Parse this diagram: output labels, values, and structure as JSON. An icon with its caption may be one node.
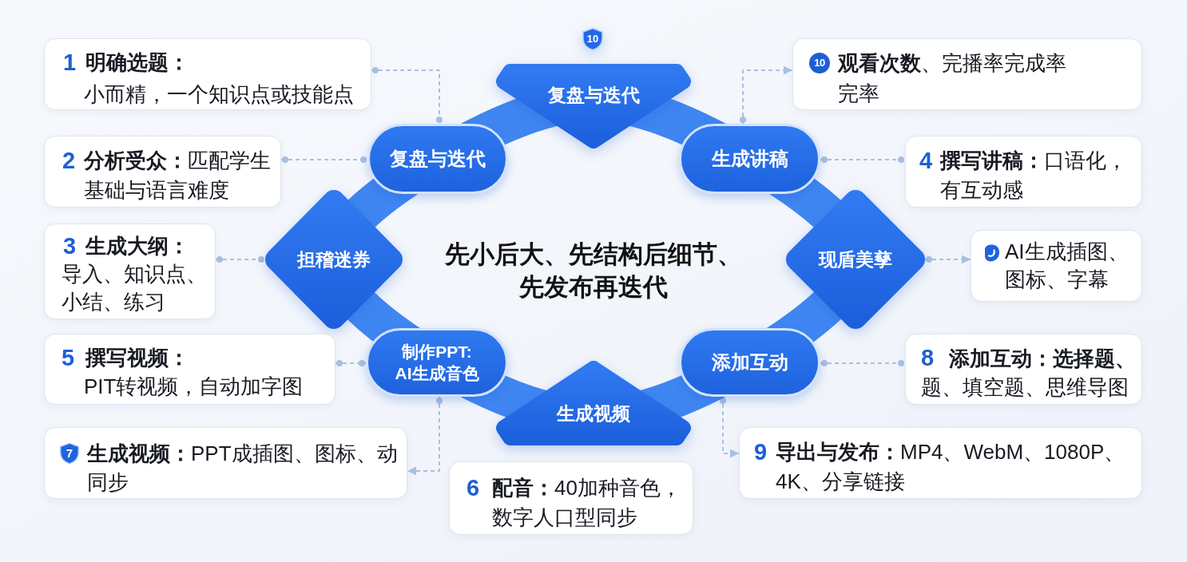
{
  "diagram": {
    "nodes": [
      {
        "text": [
          "10"
        ]
      },
      {
        "text": [
          "1",
          "明确选题：",
          "小而精，一个知识点或技能点"
        ]
      },
      {
        "text": [
          "复盘与迭代"
        ]
      },
      {
        "text": [
          "10",
          "**观看次数**、完播率完成率完率"
        ]
      },
      {
        "text": [
          "复盘与迭代"
        ]
      },
      {
        "text": [
          "生成讲稿"
        ]
      },
      {
        "text": [
          "2",
          "**分析受众：**匹配学生基础与语言难度"
        ]
      },
      {
        "text": [
          "4",
          "**撰写讲稿：**口语化，有互动感"
        ]
      },
      {
        "text": [
          "3",
          "生成大纲：",
          "导入、知识点、小结、练习"
        ]
      },
      {
        "text": [
          "担稽迷券"
        ]
      },
      {
        "text": [
          "现盾美孳"
        ]
      },
      {
        "text": [
          "AI生成插图、图标、字幕"
        ]
      },
      {
        "text": [
          "5",
          "撰写视频：",
          "PIT转视频，自动加字图"
        ]
      },
      {
        "text": [
          "制作PPT: AI生成音色"
        ]
      },
      {
        "text": [
          "添加互动"
        ]
      },
      {
        "text": [
          "8 **添加互动：选择题、**题、填空题、思维导图"
        ]
      },
      {
        "text": [
          "生成视频"
        ]
      },
      {
        "text": [
          "7",
          "**生成视频：**PPT成插图、图标、动同步"
        ]
      },
      {
        "text": [
          "9",
          "**导出与发布：**MP4、WebM、1080P、4K、分享链接"
        ]
      },
      {
        "text": [
          "6",
          "**配音：**40加种音色，数字人口型同步"
        ]
      }
    ],
    "edges": [
      {
        "from": 2,
        "to": 5,
        "arrow": "none",
        "style": "thick",
        "color": "#3f86f2"
      },
      {
        "from": 5,
        "to": 10,
        "arrow": "none",
        "style": "thick",
        "color": "#3f86f2"
      },
      {
        "from": 10,
        "to": 14,
        "arrow": "none",
        "style": "thick",
        "color": "#3f86f2"
      },
      {
        "from": 14,
        "to": 16,
        "arrow": "none",
        "style": "thick",
        "color": "#3f86f2"
      },
      {
        "from": 16,
        "to": 13,
        "arrow": "none",
        "style": "thick",
        "color": "#3f86f2"
      },
      {
        "from": 13,
        "to": 9,
        "arrow": "none",
        "style": "thick",
        "color": "#3f86f2"
      },
      {
        "from": 9,
        "to": 4,
        "arrow": "none",
        "style": "thick",
        "color": "#3f86f2"
      },
      {
        "from": 4,
        "to": 2,
        "arrow": "none",
        "style": "thick",
        "color": "#3f86f2"
      },
      {
        "from": 1,
        "to": 4,
        "arrow": "other",
        "style": "dashed"
      },
      {
        "from": 6,
        "to": 4,
        "arrow": "other",
        "style": "dashed"
      },
      {
        "from": 8,
        "to": 9,
        "arrow": "other",
        "style": "dashed"
      },
      {
        "from": 12,
        "to": 13,
        "arrow": "other",
        "style": "dashed"
      },
      {
        "from": 13,
        "to": 17,
        "arrow": "to",
        "style": "dashed"
      },
      {
        "from": 5,
        "to": 3,
        "arrow": "to",
        "style": "dashed"
      },
      {
        "from": 5,
        "to": 7,
        "arrow": "other",
        "style": "dashed"
      },
      {
        "from": 10,
        "to": 11,
        "arrow": "to",
        "style": "dashed"
      },
      {
        "from": 14,
        "to": 15,
        "arrow": "other",
        "style": "dashed"
      },
      {
        "from": 14,
        "to": 18,
        "arrow": "to",
        "style": "dashed"
      }
    ],
    "labels": [
      "先小后大、先结构后细节、先发布再迭代"
    ]
  }
}
